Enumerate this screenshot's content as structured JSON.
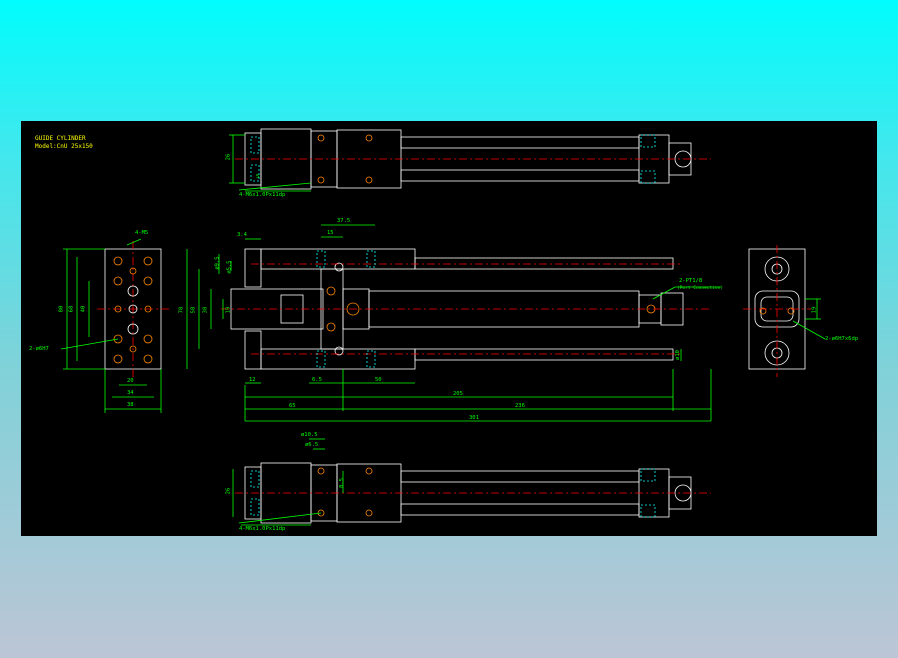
{
  "title": {
    "line1": "GUIDE CYLINDER",
    "line2": "Model:CnU 25x150"
  },
  "notes": {
    "top_tap": "4-M6x1.0Px11dp",
    "bottom_tap": "4-M6x1.0Px11dp",
    "left_tap": "4-M5",
    "left_pin": "2-ø6H7",
    "port": "2-PT1/8",
    "port_sub": "(Port Connection)",
    "right_pin": "2-ø6H7x6dp"
  },
  "dims": {
    "d26_top": "26",
    "d5_top": "5",
    "d80": "80",
    "d68": "68",
    "d40": "40",
    "d20": "20",
    "d34": "34",
    "d38_bottom": "38",
    "d3_4": "3.4",
    "d37_5": "37.5",
    "d15": "15",
    "d19_5": "ø9.5",
    "d_5_5": "ø5.5",
    "d78": "78",
    "d58": "58",
    "d38_side": "38",
    "d19_side": "19",
    "d12": "12",
    "d6_5": "6.5",
    "d50": "50",
    "d10": "ø10",
    "d205": "205",
    "d65": "65",
    "d236": "236",
    "d301": "301",
    "d19_right": "19",
    "d10_5": "ø10.5",
    "d6_5_b": "ø6.5",
    "d8_5": "8.5",
    "d26_bottom": "26"
  },
  "colors": {
    "outline": "#ffffff",
    "centerline": "#ff0000",
    "dimension": "#00ff00",
    "hidden": "#00ffff",
    "hole": "#ff8800",
    "title": "#ffff00"
  }
}
